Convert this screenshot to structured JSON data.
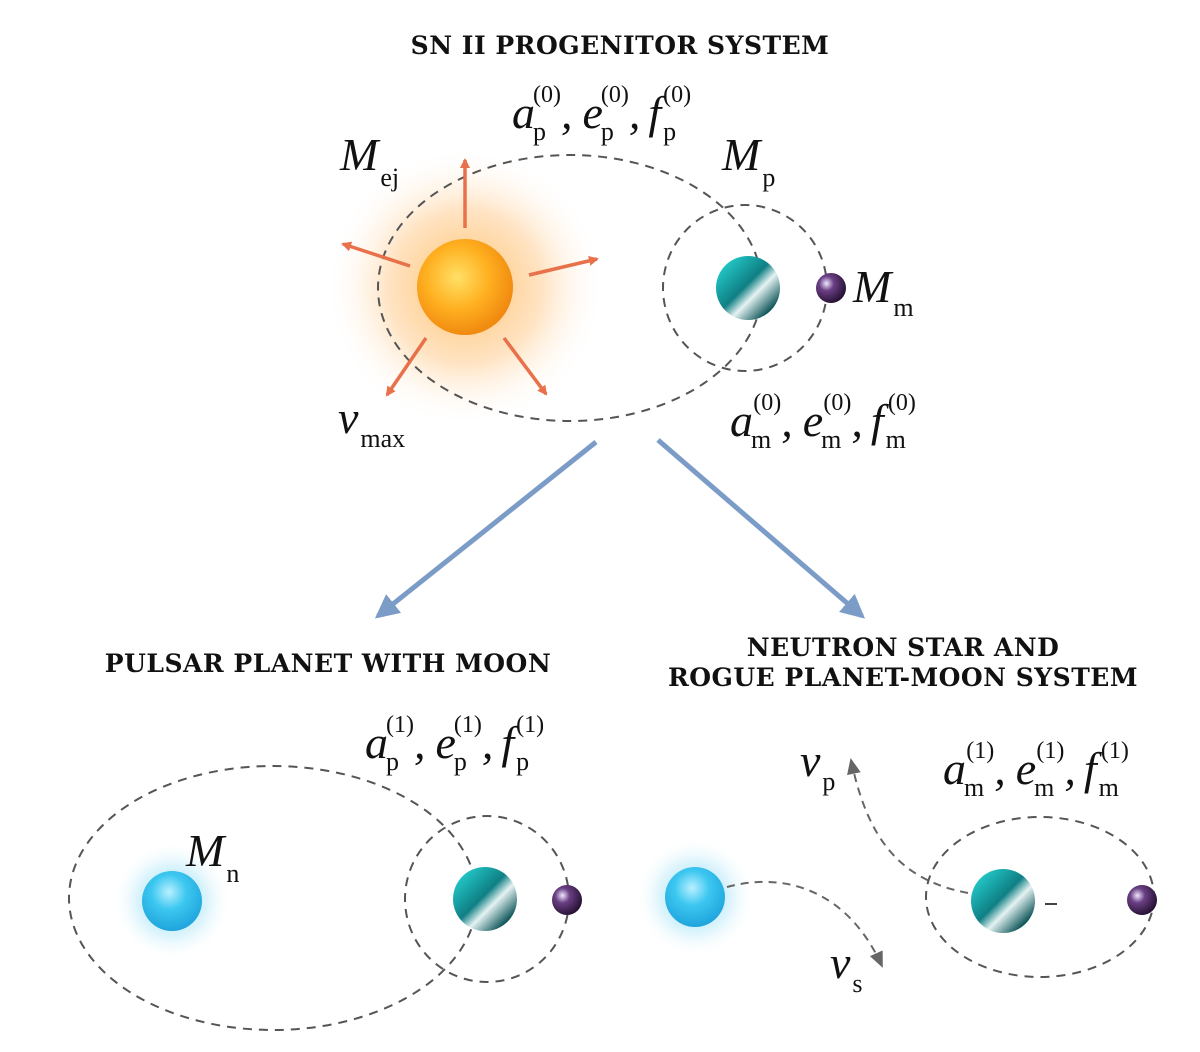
{
  "headings": {
    "progenitor": "SN II PROGENITOR SYSTEM",
    "pulsar": "PULSAR PLANET WITH MOON",
    "rogue_line1": "NEUTRON STAR AND",
    "rogue_line2": "ROGUE PLANET-MOON SYSTEM"
  },
  "symbols": {
    "a": "a",
    "e": "e",
    "f": "f",
    "M": "M",
    "v": "v",
    "comma": ",",
    "sub_p": "p",
    "sub_m": "m",
    "sub_ej": "ej",
    "sub_max": "max",
    "sub_n": "n",
    "sub_s": "s",
    "sup0": "(0)",
    "sup1": "(1)"
  },
  "colors": {
    "star": "#ffa41c",
    "star_glow": "#ffb347",
    "ejecta_arrow": "#e8704a",
    "planet": "#1aa3a3",
    "moon": "#3a1c4e",
    "neutron_star": "#3cc7f0",
    "flow_arrow": "#7c9cc8",
    "orbit": "#555555"
  },
  "icons": [
    "star-icon",
    "planet-icon",
    "moon-icon",
    "neutron-star-icon"
  ]
}
